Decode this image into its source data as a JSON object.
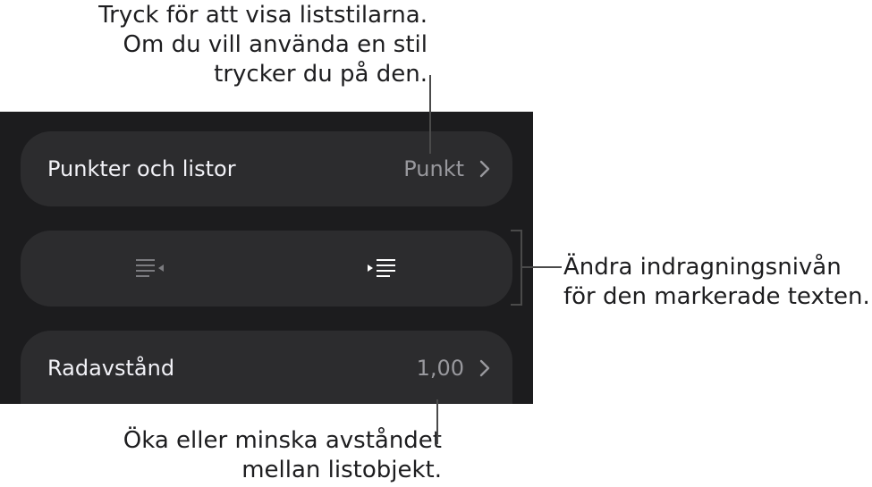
{
  "callouts": {
    "top": [
      "Tryck för att visa liststilarna.",
      "Om du vill använda en stil",
      "trycker du på den."
    ],
    "right": [
      "Ändra indragningsnivån",
      "för den markerade texten."
    ],
    "bottom": [
      "Öka eller minska avståndet",
      "mellan listobjekt."
    ]
  },
  "panel": {
    "bullets": {
      "label": "Punkter och listor",
      "value": "Punkt"
    },
    "indent": {
      "outdent_icon": "outdent-icon",
      "indent_icon": "indent-icon"
    },
    "spacing": {
      "label": "Radavstånd",
      "value": "1,00"
    }
  },
  "colors": {
    "panel_bg": "#1c1c1e",
    "row_bg": "#2c2c2e",
    "label": "#f2f2f7",
    "value": "#98989d",
    "disabled_icon": "#7c7c80",
    "active_icon": "#ffffff"
  }
}
